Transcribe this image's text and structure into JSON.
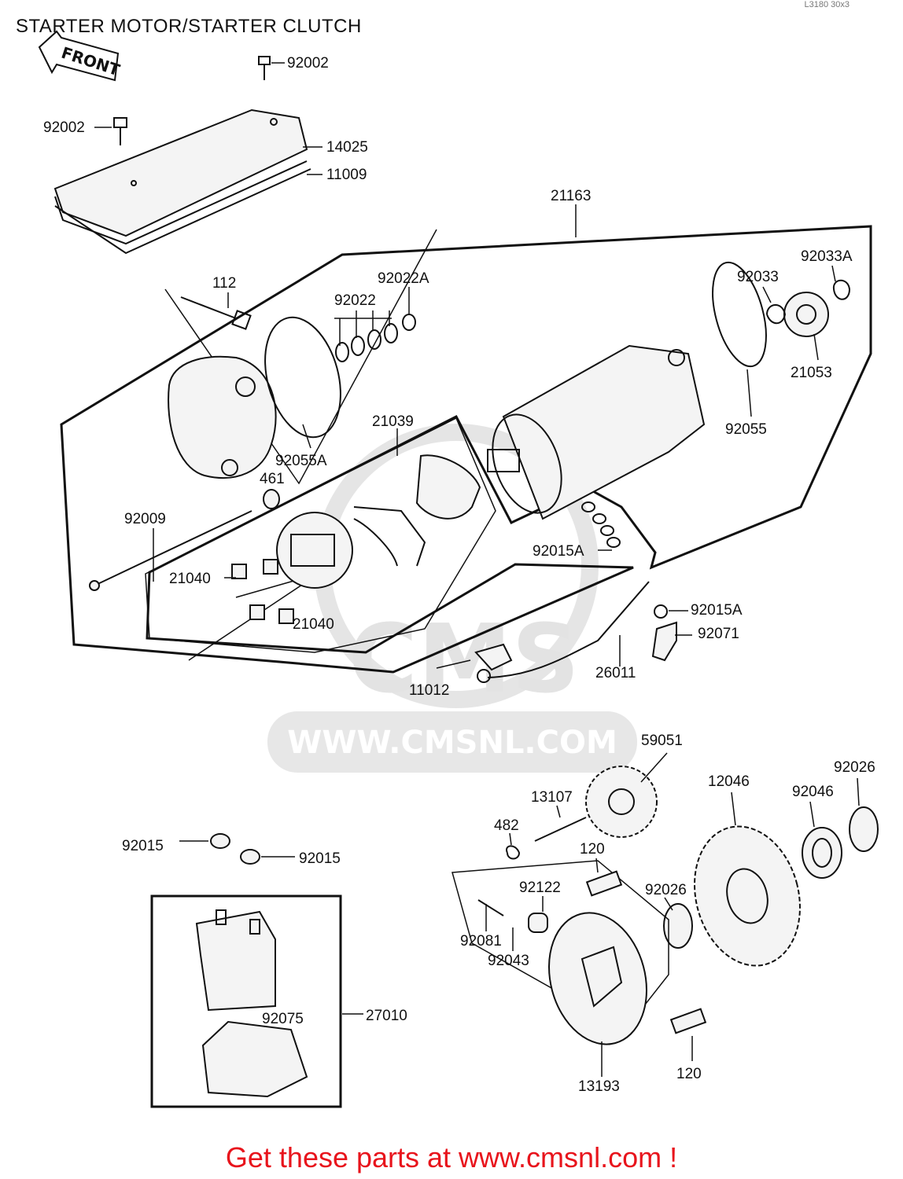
{
  "title": "STARTER MOTOR/STARTER CLUTCH",
  "ref_code": "L3180 30x3",
  "footer": "Get these parts at www.cmsnl.com !",
  "watermark": {
    "brand": "CMS",
    "url": "WWW.CMSNL.COM"
  },
  "front_label": "FRONT",
  "colors": {
    "footer": "#e8141c",
    "ink": "#111111",
    "watermark": "#e6e6e6"
  },
  "parts": {
    "p92002a": "92002",
    "p92002b": "92002",
    "p14025": "14025",
    "p11009": "11009",
    "p21163": "21163",
    "p112": "112",
    "p92022": "92022",
    "p92022A": "92022A",
    "p92033": "92033",
    "p92033A": "92033A",
    "p21053": "21053",
    "p92055": "92055",
    "p92055A": "92055A",
    "p21039": "21039",
    "p461": "461",
    "p92009": "92009",
    "p21040a": "21040",
    "p21040b": "21040",
    "p92015Aa": "92015A",
    "p92015Ab": "92015A",
    "p92071": "92071",
    "p26011": "26011",
    "p11012": "11012",
    "p59051": "59051",
    "p12046": "12046",
    "p92026a": "92026",
    "p92046": "92046",
    "p13107": "13107",
    "p482": "482",
    "p120a": "120",
    "p92015a": "92015",
    "p92015b": "92015",
    "p92122": "92122",
    "p92026b": "92026",
    "p92081": "92081",
    "p92043": "92043",
    "p27010": "27010",
    "p92075": "92075",
    "p13193": "13193",
    "p120b": "120"
  }
}
